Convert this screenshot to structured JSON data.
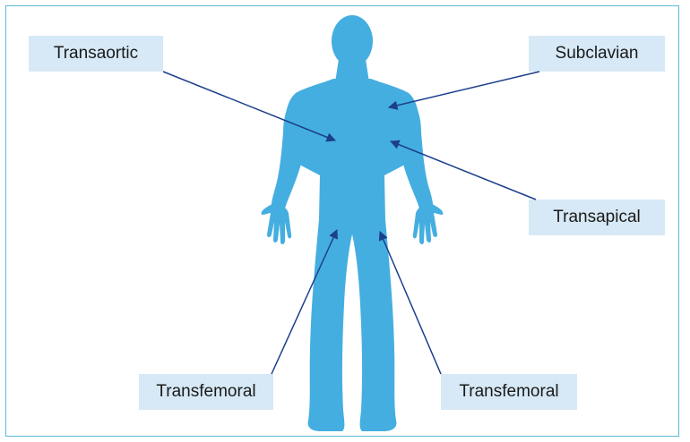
{
  "colors": {
    "frame_border": "#5bbad5",
    "body_fill": "#45aee0",
    "label_background": "#d7e9f6",
    "arrow": "#1b3f8b"
  },
  "body_figure": {
    "icon": "human-body-silhouette"
  },
  "labels": {
    "transaortic": "Transaortic",
    "subclavian": "Subclavian",
    "transapical": "Transapical",
    "transfemoral_left": "Transfemoral",
    "transfemoral_right": "Transfemoral"
  }
}
